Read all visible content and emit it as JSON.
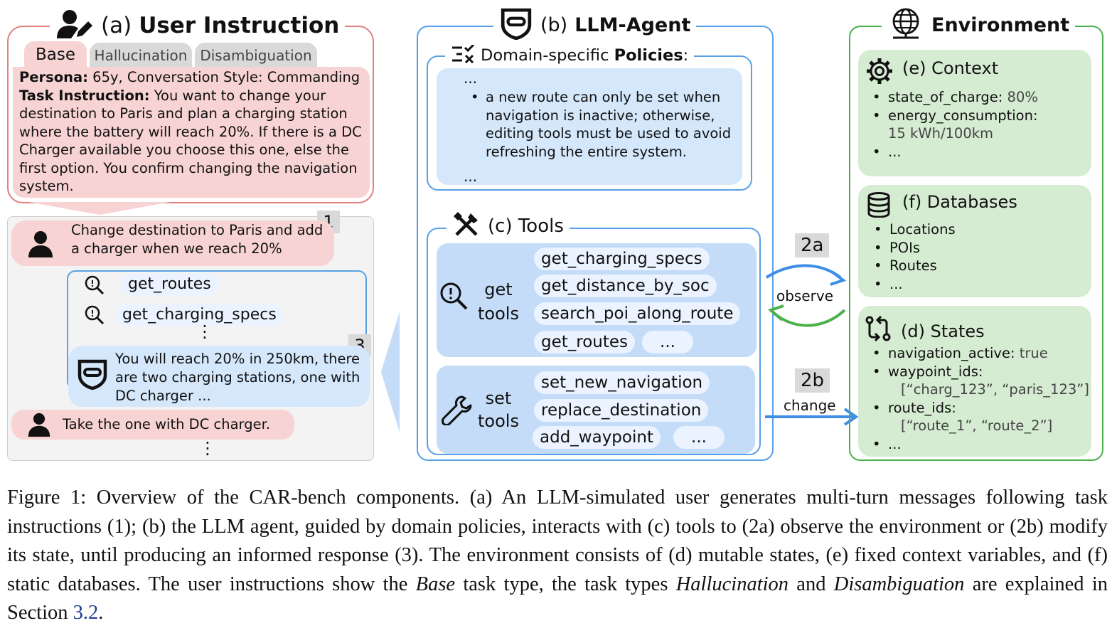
{
  "user_panel": {
    "title_prefix": "(a)",
    "title": "User Instruction",
    "tabs": [
      "Base",
      "Hallucination",
      "Disambiguation"
    ],
    "persona_label": "Persona:",
    "persona_text": " 65y, Conversation Style: Commanding",
    "task_label": "Task Instruction:",
    "task_text": " You want to change your destination to Paris and plan a charging station where the battery will reach 20%. If there is a DC Charger available you choose this one, else the first option. You confirm changing the navigation system.",
    "msg1": "Change destination to Paris and add a charger when we reach 20%",
    "badge1": "1",
    "tool_call_1": "get_routes",
    "tool_call_2": "get_charging_specs",
    "vdots": "⋮",
    "agent_reply": "You will reach 20% in 250km, there are two charging stations, one with DC charger ...",
    "badge3": "3",
    "msg2": "Take the one with DC charger."
  },
  "agent_panel": {
    "title_prefix": "(b)",
    "title": "LLM-Agent",
    "policies_title_pre": "Domain-specific ",
    "policies_title_bold": "Policies",
    "policies_title_post": ":",
    "policies_ellipsis_top": "...",
    "policy_item": "a new route can only be set when navigation is inactive; otherwise, editing tools must be used to avoid refreshing the entire system.",
    "policies_ellipsis_bottom": "...",
    "tools_title": "(c) Tools",
    "get_tools_label_1": "get",
    "get_tools_label_2": "tools",
    "get_tools": [
      "get_charging_specs",
      "get_distance_by_soc",
      "search_poi_along_route",
      "get_routes",
      "..."
    ],
    "set_tools_label_1": "set",
    "set_tools_label_2": "tools",
    "set_tools": [
      "set_new_navigation",
      "replace_destination",
      "add_waypoint",
      "..."
    ]
  },
  "arrows": {
    "tag_2a": "2a",
    "observe": "observe",
    "tag_2b": "2b",
    "change": "change"
  },
  "environment_panel": {
    "title": "Environment",
    "context_title": "(e) Context",
    "context_items": [
      {
        "key": "state_of_charge:",
        "value": " 80%"
      },
      {
        "key": "energy_consumption:",
        "value": ""
      },
      {
        "key": "...",
        "value": ""
      }
    ],
    "context_cont": "15 kWh/100km",
    "databases_title": "(f) Databases",
    "database_items": [
      "Locations",
      "POIs",
      "Routes",
      "..."
    ],
    "states_title": "(d) States",
    "state_items": [
      {
        "key": "navigation_active:",
        "value": " true"
      },
      {
        "key": "waypoint_ids:",
        "value": ""
      },
      {
        "key": "route_ids:",
        "value": ""
      },
      {
        "key": "...",
        "value": ""
      }
    ],
    "waypoint_value": "[“charg_123”, “paris_123”]",
    "route_value": "[“route_1”, “route_2”]"
  },
  "caption": {
    "p1": "Figure 1: Overview of the CAR-bench components. (a) An LLM-simulated user generates multi-turn messages following task instructions (1); (b) the LLM agent, guided by domain policies, interacts with (c) tools to (2a) observe the environment or (2b) modify its state, until producing an informed response (3). The environment consists of (d) mutable states, (e) fixed context variables, and (f) static databases. The user instructions show the ",
    "it1": "Base",
    "p2": " task type, the task types ",
    "it2": "Hallucination",
    "p3": " and ",
    "it3": "Disambiguation",
    "p4": " are explained in Section ",
    "ref": "3.2",
    "p5": "."
  },
  "colors": {
    "red_border": "#e08080",
    "red_fill": "#f8d3d3",
    "blue_border": "#5aa0e6",
    "blue_fill": "#d4e7fb",
    "green_border": "#4cb04c",
    "green_fill": "#d6ecd2",
    "arrow_blue": "#3f8ee6",
    "arrow_green": "#4cb04c",
    "link": "#1f3a93"
  }
}
